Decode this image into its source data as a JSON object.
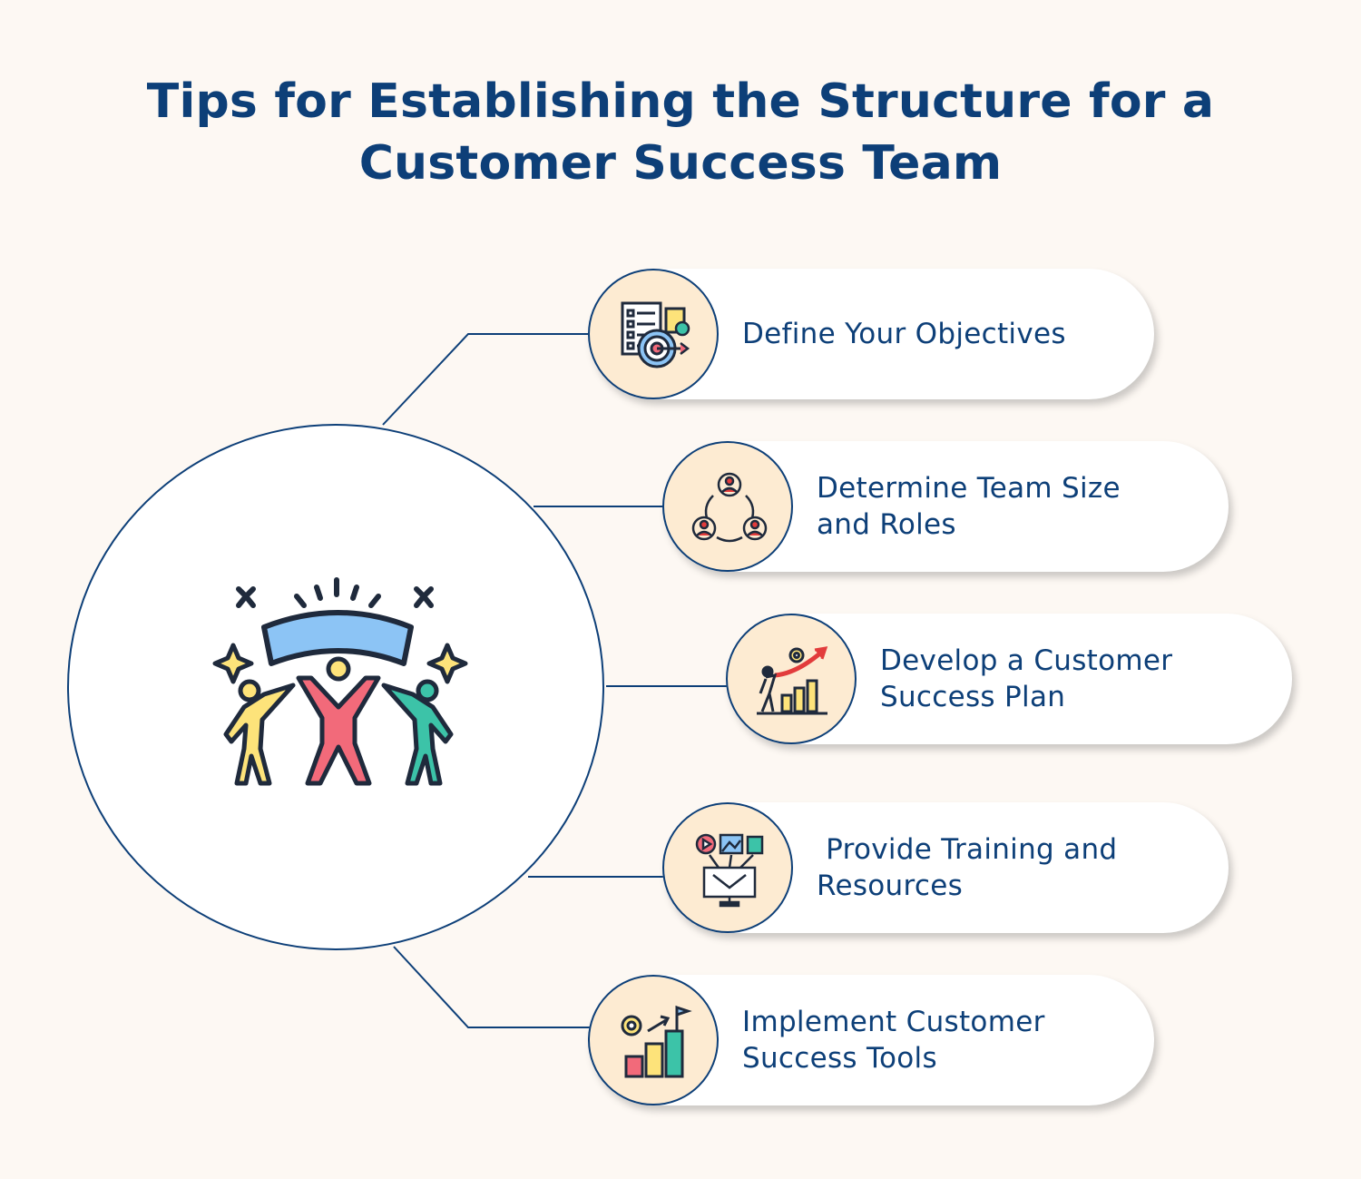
{
  "title": {
    "line1": "Tips for Establishing the Structure for a",
    "line2": "Customer Success Team"
  },
  "hub": {
    "icon": "team-celebration-icon"
  },
  "tips": [
    {
      "label": "Define Your Objectives",
      "icon": "objectives-target-icon"
    },
    {
      "label": "Determine Team Size and Roles",
      "icon": "team-roles-icon"
    },
    {
      "label": "Develop a Customer Success Plan",
      "icon": "growth-plan-icon"
    },
    {
      "label": " Provide Training and Resources",
      "icon": "training-resources-icon"
    },
    {
      "label": "Implement Customer Success Tools",
      "icon": "success-tools-icon"
    }
  ],
  "colors": {
    "primary": "#0d3f78",
    "background": "#fdf8f3",
    "icon_bg": "#fdebd2"
  }
}
